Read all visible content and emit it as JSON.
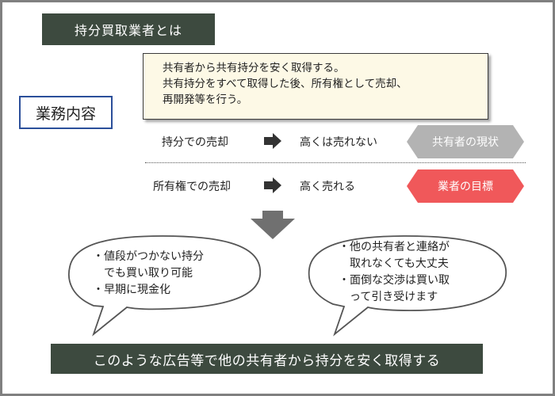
{
  "title": "持分買取業者とは",
  "section_label": "業務内容",
  "description": {
    "lines": [
      "共有者から共有持分を安く取得する。",
      "共有持分をすべて取得した後、所有権として売却、",
      "再開発等を行う。"
    ]
  },
  "rows": [
    {
      "method": "持分での売却",
      "result": "高くは売れない",
      "tag": "共有者の現状",
      "tag_color": "#b3b3b3"
    },
    {
      "method": "所有権での売却",
      "result": "高く売れる",
      "tag": "業者の目標",
      "tag_color": "#f0585a"
    }
  ],
  "bubbles": [
    {
      "lines": [
        "・値段がつかない持分",
        "　でも買い取り可能",
        "・早期に現金化"
      ]
    },
    {
      "lines": [
        "・他の共有者と連絡が",
        "　取れなくても大丈夫",
        "・面倒な交渉は買い取",
        "　って引き受けます"
      ]
    }
  ],
  "bottom_text": "このような広告等で他の共有者から持分を安く取得する",
  "colors": {
    "dark_box": "#3d4a3f",
    "label_border": "#2b4f9a",
    "note_bg": "#fdf9e6",
    "arrow": "#333333",
    "down_arrow": "#707070"
  }
}
